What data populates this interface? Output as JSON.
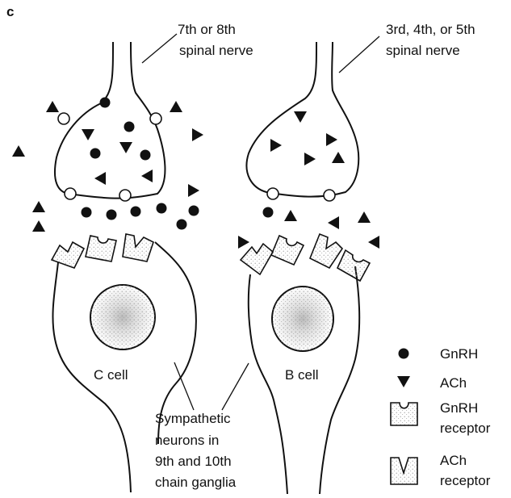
{
  "panel_label": "c",
  "nerves": {
    "left": [
      "7th or 8th",
      "spinal nerve"
    ],
    "right": [
      "3rd, 4th, or 5th",
      "spinal nerve"
    ]
  },
  "cells": {
    "left": "C cell",
    "right": "B cell"
  },
  "neurons_caption": [
    "Sympathetic",
    "neurons in",
    "9th and 10th",
    "chain ganglia"
  ],
  "legend": [
    {
      "symbol": "dot",
      "label": [
        "GnRH"
      ]
    },
    {
      "symbol": "triangle",
      "label": [
        "ACh"
      ]
    },
    {
      "symbol": "gnrh-receptor",
      "label": [
        "GnRH",
        "receptor"
      ]
    },
    {
      "symbol": "ach-receptor",
      "label": [
        "ACh",
        "receptor"
      ]
    }
  ],
  "colors": {
    "ink": "#111111",
    "nucleus_stipple": "#888888"
  }
}
